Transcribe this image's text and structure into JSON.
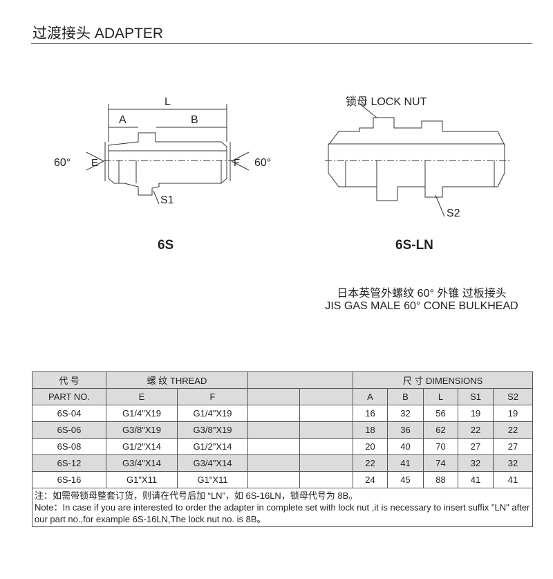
{
  "header": {
    "title": "过渡接头 ADAPTER"
  },
  "drawing_6s": {
    "label": "6S",
    "L": "L",
    "A": "A",
    "B": "B",
    "E": "E",
    "F": "F",
    "angle": "60°",
    "S1": "S1"
  },
  "drawing_6sln": {
    "label": "6S-LN",
    "lock_nut": "锁母 LOCK NUT",
    "S2": "S2"
  },
  "description": {
    "zh": "日本英管外螺纹 60° 外锥 过板接头",
    "en": "JIS GAS MALE 60° CONE  BULKHEAD"
  },
  "table": {
    "h_part_zh": "代  号",
    "h_thread": "螺  纹  THREAD",
    "h_dims": "尺  寸   DIMENSIONS",
    "h_part": "PART NO.",
    "h_E": "E",
    "h_F": "F",
    "h_A": "A",
    "h_B": "B",
    "h_L": "L",
    "h_S1": "S1",
    "h_S2": "S2",
    "rows": [
      {
        "part": "6S-04",
        "E": "G1/4\"X19",
        "F": "G1/4\"X19",
        "A": "16",
        "B": "32",
        "L": "56",
        "S1": "19",
        "S2": "19"
      },
      {
        "part": "6S-06",
        "E": "G3/8\"X19",
        "F": "G3/8\"X19",
        "A": "18",
        "B": "36",
        "L": "62",
        "S1": "22",
        "S2": "22"
      },
      {
        "part": "6S-08",
        "E": "G1/2\"X14",
        "F": "G1/2\"X14",
        "A": "20",
        "B": "40",
        "L": "70",
        "S1": "27",
        "S2": "27"
      },
      {
        "part": "6S-12",
        "E": "G3/4\"X14",
        "F": "G3/4\"X14",
        "A": "22",
        "B": "41",
        "L": "74",
        "S1": "32",
        "S2": "32"
      },
      {
        "part": "6S-16",
        "E": "G1\"X11",
        "F": "G1\"X11",
        "A": "24",
        "B": "45",
        "L": "88",
        "S1": "41",
        "S2": "41"
      }
    ],
    "note_zh": "注：如需带锁母整套订货，则请在代号后加 “LN”，如 6S-16LN，锁母代号为 8B。",
    "note_en": "Note：In case if you are interested to order the adapter in complete set with  lock nut ,it is necessary to insert suffix \"LN\" after our part no.,for example 6S-16LN,The lock nut no. is 8B。"
  }
}
